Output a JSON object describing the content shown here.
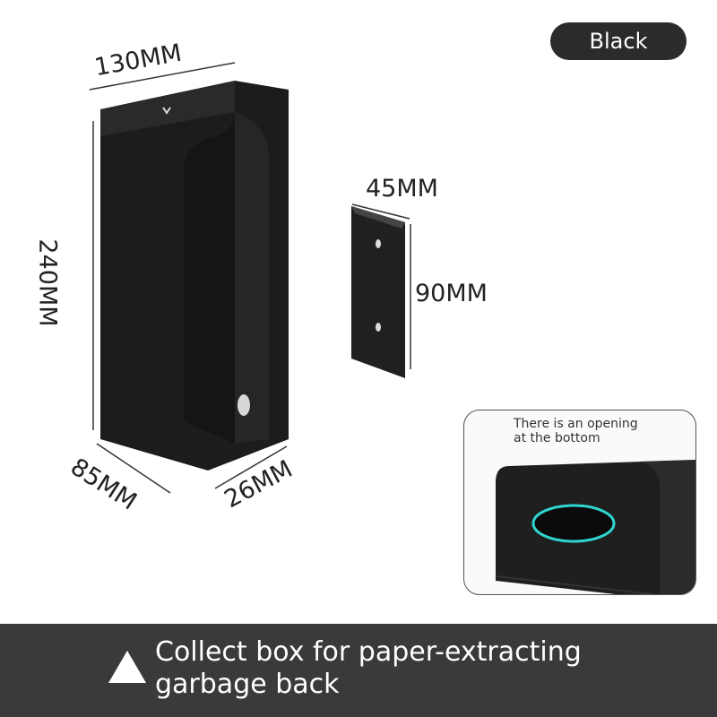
{
  "color_badge": "Black",
  "dimensions": {
    "width": "130MM",
    "height": "240MM",
    "depth": "85MM",
    "slot": "26MM",
    "bracket_width": "45MM",
    "bracket_height": "90MM"
  },
  "inset": {
    "caption_line1": "There is an opening",
    "caption_line2": "at the bottom"
  },
  "footer": {
    "line1": "Collect box for paper-extracting",
    "line2": "garbage back"
  },
  "colors": {
    "product": "#1e1e1e",
    "accent_glow": "#2fd6d0",
    "footer_bg": "#3a3a3a"
  }
}
